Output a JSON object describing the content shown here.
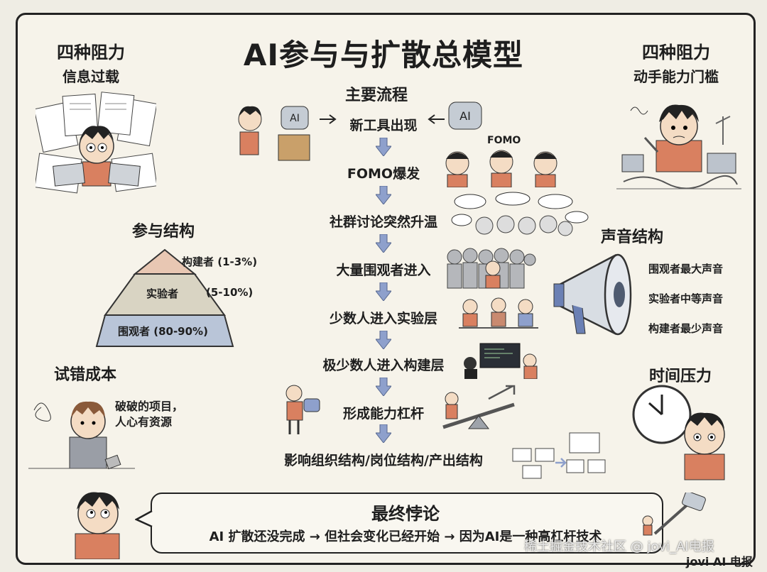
{
  "title": "AI参与与扩散总模型",
  "left_top": {
    "heading": "四种阻力",
    "subtitle": "信息过载"
  },
  "right_top": {
    "heading": "四种阻力",
    "subtitle": "动手能力门槛"
  },
  "participation": {
    "heading": "参与结构",
    "tiers": [
      {
        "label": "构建者 (1-3%)"
      },
      {
        "label": "实验者",
        "pct": "(5-10%)"
      },
      {
        "label": "围观者 (80-90%)"
      }
    ]
  },
  "trial_cost": {
    "heading": "试错成本",
    "speech": [
      "破破的项目，",
      "人心有资源"
    ]
  },
  "flow": {
    "heading": "主要流程",
    "fomo_tag": "FOMO",
    "ai_label": "AI",
    "steps": [
      "新工具出现",
      "FOMO爆发",
      "社群讨论突然升温",
      "大量围观者进入",
      "少数人进入实验层",
      "极少数人进入构建层",
      "形成能力杠杆",
      "影响组织结构/岗位结构/产出结构"
    ]
  },
  "voice": {
    "heading": "声音结构",
    "items": [
      "围观者最大声音",
      "实验者中等声音",
      "构建者最少声音"
    ]
  },
  "time_pressure": {
    "heading": "时间压力"
  },
  "final": {
    "heading": "最终悖论",
    "line": "AI 扩散还没完成 → 但社会变化已经开始 → 因为AI是一种高杠杆技术"
  },
  "watermark": "稀土掘金技术社区 @ jovi_AI电报",
  "signature": "jovi AI 电报",
  "colors": {
    "pyr_top": "#e8c7b3",
    "pyr_mid": "#d9d4c3",
    "pyr_bot": "#b9c5d8",
    "arrow": "#8ea0cc",
    "shirt": "#d98060"
  }
}
